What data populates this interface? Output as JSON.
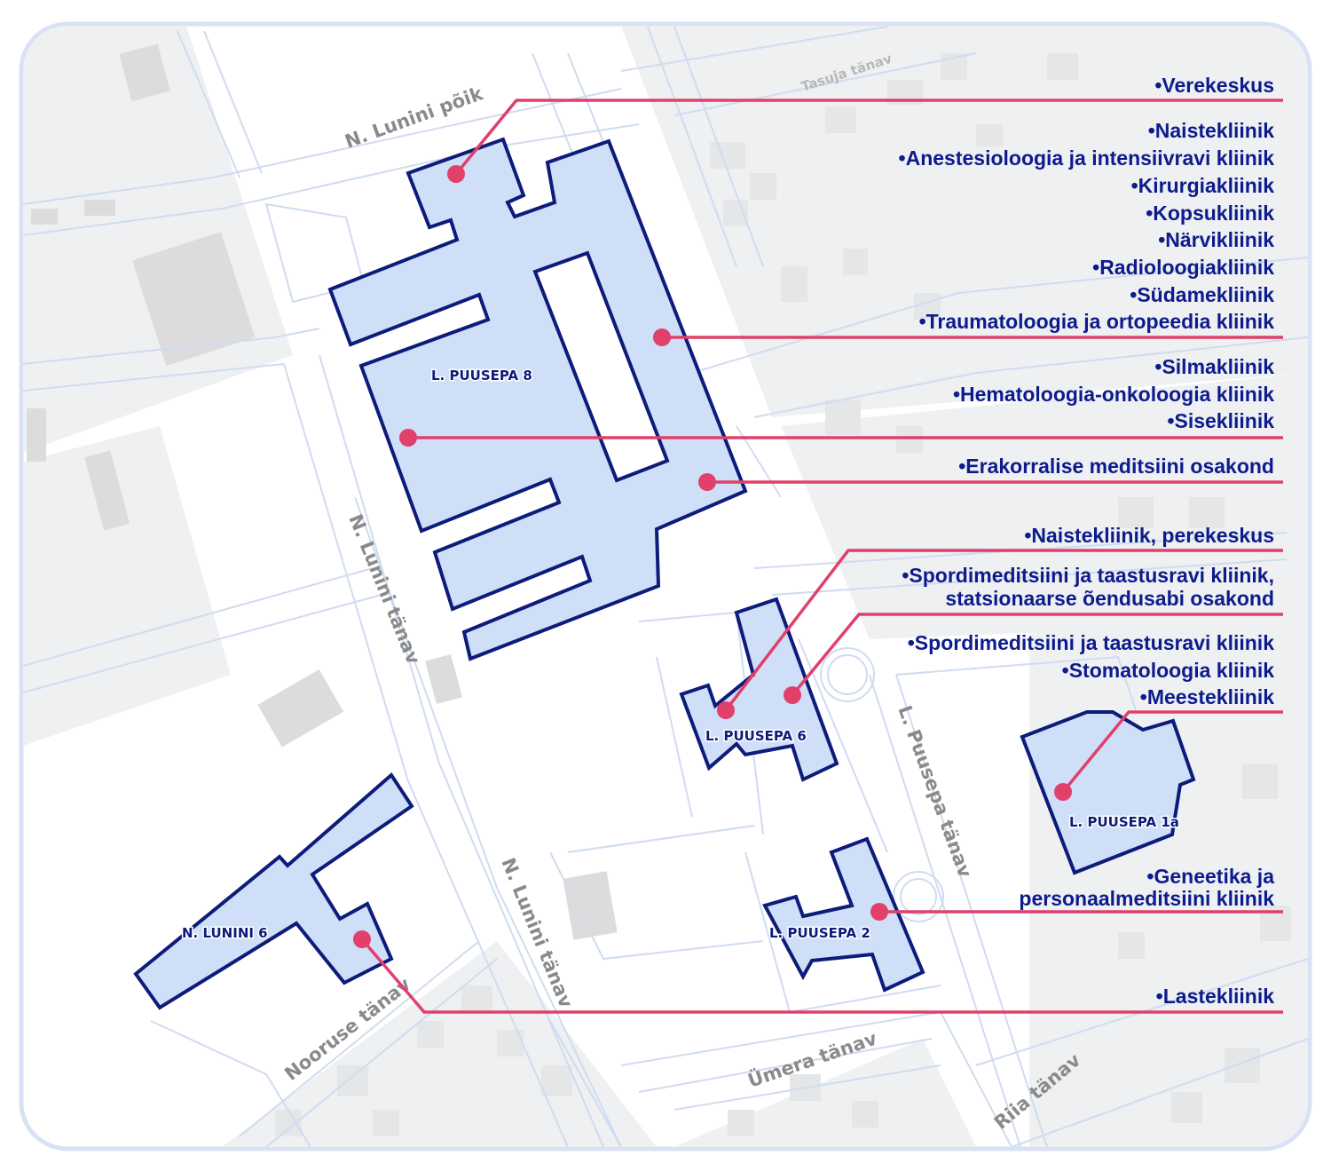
{
  "colors": {
    "building_fill": "#cfdff7",
    "building_stroke": "#0d1b7a",
    "leader": "#e0406a",
    "legend_text": "#0d1b8c",
    "street_text": "#8a8a8a",
    "frame": "#d8e2f4"
  },
  "streets": {
    "tasuja": "Tasuja tänav",
    "lunini_poik": "N. Lunini põik",
    "lunini_tanav_1": "N. Lunini tänav",
    "lunini_tanav_2": "N. Lunini tänav",
    "puusepa_tanav": "L. Puusepa tänav",
    "nooruse": "Nooruse tänav",
    "umera": "Ümera tänav",
    "riia": "Riia tänav"
  },
  "buildings": {
    "puusepa8": "L. PUUSEPA 8",
    "puusepa6": "L. PUUSEPA 6",
    "puusepa1a": "L. PUUSEPA 1a",
    "puusepa2": "L. PUUSEPA 2",
    "lunini6": "N. LUNINI 6"
  },
  "legend": [
    "•Verekeskus",
    "•Naistekliinik",
    "•Anestesioloogia ja intensiivravi kliinik",
    "•Kirurgiakliinik",
    "•Kopsukliinik",
    "•Närvikliinik",
    "•Radioloogiakliinik",
    "•Südamekliinik",
    "•Traumatoloogia ja ortopeedia kliinik",
    "•Silmakliinik",
    "•Hematoloogia-onkoloogia kliinik",
    "•Sisekliinik",
    "•Erakorralise meditsiini osakond",
    "•Naistekliinik, perekeskus",
    "•Spordimeditsiini ja taastusravi kliinik,",
    "statsionaarse õendusabi osakond",
    "•Spordimeditsiini ja taastusravi kliinik",
    "•Stomatoloogia kliinik",
    "•Meestekliinik",
    "•Geneetika ja",
    "personaalmeditsiini kliinik",
    "•Lastekliinik"
  ]
}
